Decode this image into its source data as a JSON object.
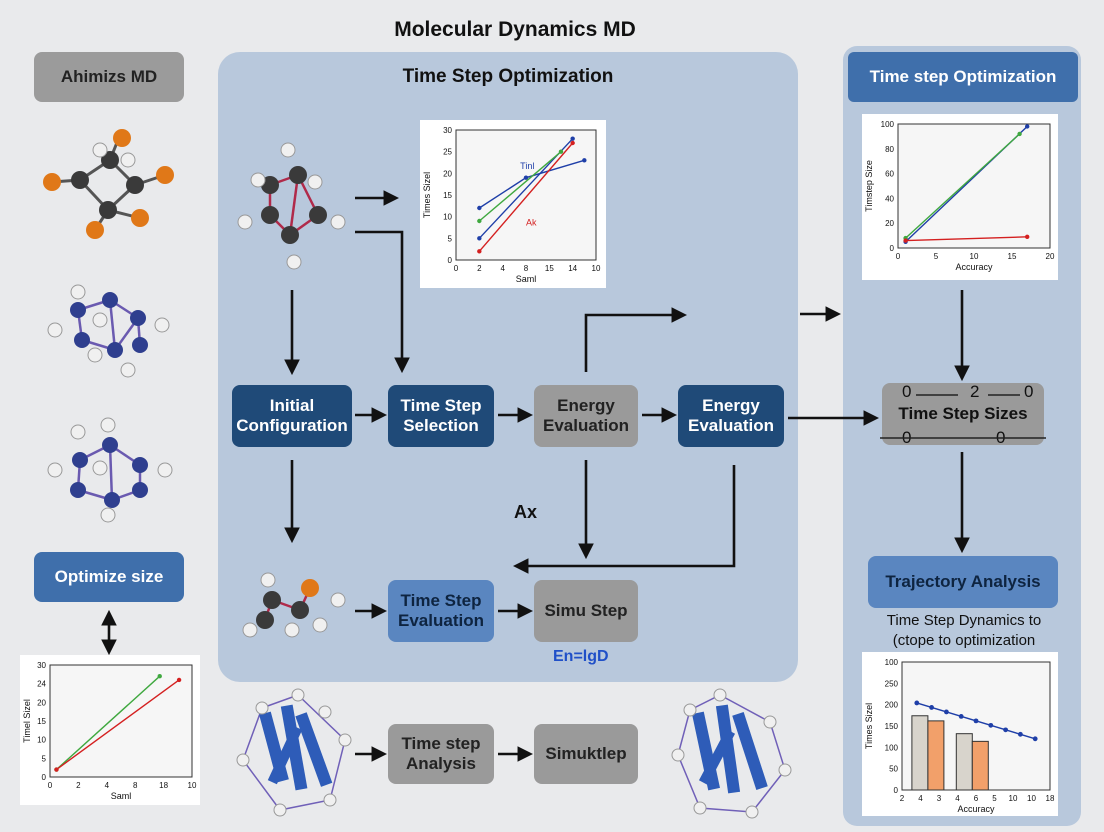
{
  "title": "Molecular Dynamics MD",
  "left": {
    "header": "Ahimizs MD",
    "optimize": "Optimize size"
  },
  "center": {
    "header": "Time Step Optimization",
    "initial": "Initial Configuration",
    "selection": "Time Step Selection",
    "energy1": "Energy Evaluation",
    "energy2": "Energy Evaluation",
    "evaluation": "Time Step Evaluation",
    "simu": "Simu Step",
    "ax_label": "Ax",
    "eq": "En=lgD"
  },
  "bottom": {
    "analysis": "Time step Analysis",
    "simuk": "Simuktlep"
  },
  "right": {
    "header": "Time step Optimization",
    "sizes": "Time Step Sizes",
    "sizes_marks": [
      "0",
      "2",
      "0",
      "0",
      "0"
    ],
    "trajectory": "Trajectory Analysis",
    "traj_desc1": "Time Step Dynamics to",
    "traj_desc2": "(ctope to optimization"
  },
  "colors": {
    "panel": "#b8c8dc",
    "dark_box": "#1f4a78",
    "mid_box": "#3f6fab",
    "grey_box": "#9a9a9a",
    "carbon": "#3a3a3a",
    "orange": "#e07818",
    "blue_atom": "#2f3f8f"
  },
  "chart_data": [
    {
      "id": "center-top",
      "type": "line",
      "ylabel": "Times Sizel",
      "xlabel": "Saml",
      "xticks": [
        "0",
        "2",
        "4",
        "8",
        "15",
        "14",
        "10"
      ],
      "yticks": [
        "0",
        "5",
        "10",
        "15",
        "20",
        "25",
        "30"
      ],
      "ylim": [
        0,
        30
      ],
      "annotations": [
        "Tinl",
        "Ak"
      ],
      "series": [
        {
          "color": "#1f3fa8",
          "x": [
            2,
            6,
            11
          ],
          "y": [
            12,
            19,
            23
          ]
        },
        {
          "color": "#1f3fa8",
          "x": [
            2,
            10
          ],
          "y": [
            5,
            28
          ]
        },
        {
          "color": "#d42020",
          "x": [
            2,
            10
          ],
          "y": [
            2,
            27
          ]
        },
        {
          "color": "#3fa83f",
          "x": [
            2,
            9
          ],
          "y": [
            9,
            25
          ]
        }
      ]
    },
    {
      "id": "right-top",
      "type": "line",
      "ylabel": "Timstep Size",
      "xlabel": "Accuracy",
      "xticks": [
        "0",
        "5",
        "10",
        "15",
        "20"
      ],
      "yticks": [
        "0",
        "20",
        "40",
        "60",
        "80",
        "100"
      ],
      "ylim": [
        0,
        100
      ],
      "series": [
        {
          "color": "#1f3fa8",
          "x": [
            1,
            17
          ],
          "y": [
            5,
            98
          ]
        },
        {
          "color": "#3fa83f",
          "x": [
            1,
            16
          ],
          "y": [
            8,
            92
          ]
        },
        {
          "color": "#d42020",
          "x": [
            1,
            17
          ],
          "y": [
            6,
            9
          ]
        }
      ]
    },
    {
      "id": "left-bottom",
      "type": "line",
      "ylabel": "Timel Sizel",
      "xlabel": "Saml",
      "xticks": [
        "0",
        "2",
        "4",
        "8",
        "18",
        "10"
      ],
      "yticks": [
        "0",
        "5",
        "10",
        "15",
        "20",
        "24",
        "30"
      ],
      "ylim": [
        0,
        30
      ],
      "series": [
        {
          "color": "#3fa83f",
          "x": [
            0.5,
            8.5
          ],
          "y": [
            2,
            27
          ]
        },
        {
          "color": "#d42020",
          "x": [
            0.5,
            10
          ],
          "y": [
            2,
            26
          ]
        }
      ]
    },
    {
      "id": "right-bottom",
      "type": "bar",
      "ylabel": "Times Sizel",
      "xlabel": "Accuracy",
      "xticks": [
        "2",
        "4",
        "3",
        "4",
        "6",
        "5",
        "10",
        "10",
        "18"
      ],
      "yticks": [
        "0",
        "50",
        "100",
        "150",
        "200",
        "250",
        "100"
      ],
      "bars": [
        {
          "x": 3.5,
          "grey": 145,
          "orange": 135
        },
        {
          "x": 9.5,
          "grey": 110,
          "orange": 95
        }
      ],
      "trend": {
        "x": [
          2,
          18
        ],
        "y": [
          170,
          100
        ]
      }
    }
  ]
}
